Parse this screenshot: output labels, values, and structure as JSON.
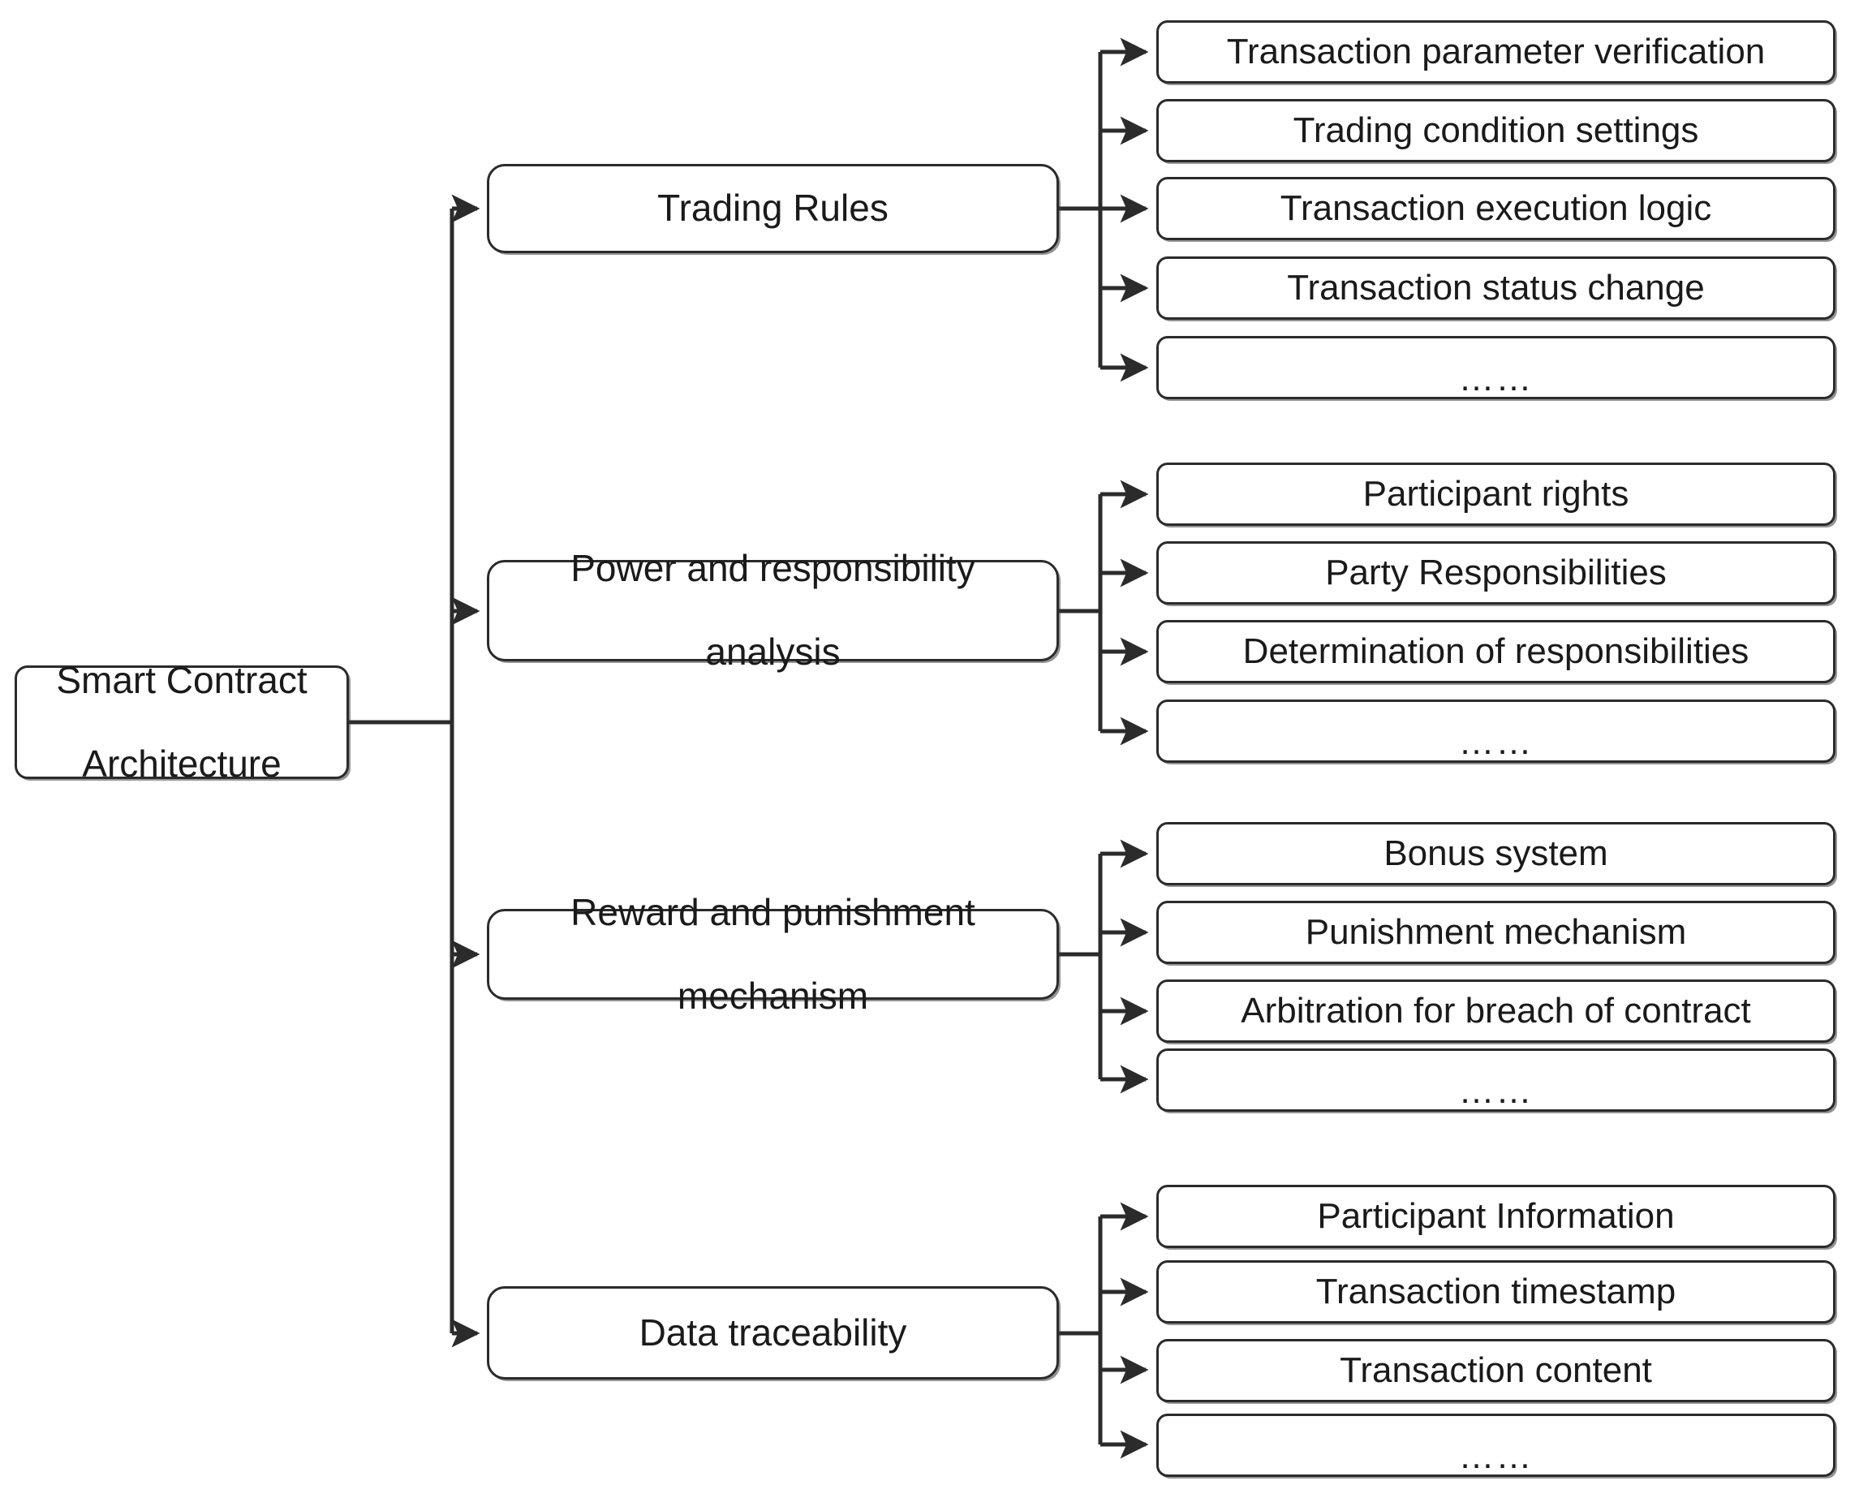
{
  "diagram": {
    "title": "Smart Contract Architecture",
    "root": {
      "label": "Smart Contract\nArchitecture",
      "line1": "Smart Contract",
      "line2": "Architecture"
    },
    "colors": {
      "background": "#ffffff",
      "box_border": "#2b2b2b",
      "box_fill": "#ffffff",
      "connector": "#2b2b2b",
      "text": "#1a1a1a"
    },
    "ellipsis_glyph": "……",
    "branches": [
      {
        "id": "trading-rules",
        "label": "Trading Rules",
        "line1": "Trading Rules",
        "line2": "",
        "leaves": [
          {
            "label": "Transaction parameter verification",
            "is_ellipsis": false
          },
          {
            "label": "Trading condition settings",
            "is_ellipsis": false
          },
          {
            "label": "Transaction execution logic",
            "is_ellipsis": false
          },
          {
            "label": "Transaction status change",
            "is_ellipsis": false
          },
          {
            "label": "……",
            "is_ellipsis": true
          }
        ]
      },
      {
        "id": "power-and-responsibility-analysis",
        "label": "Power and responsibility analysis",
        "line1": "Power and responsibility",
        "line2": "analysis",
        "leaves": [
          {
            "label": "Participant rights",
            "is_ellipsis": false
          },
          {
            "label": "Party Responsibilities",
            "is_ellipsis": false
          },
          {
            "label": "Determination of  responsibilities",
            "is_ellipsis": false
          },
          {
            "label": "……",
            "is_ellipsis": true
          }
        ]
      },
      {
        "id": "reward-and-punishment-mechanism",
        "label": "Reward and punishment mechanism",
        "line1": "Reward and punishment",
        "line2": "mechanism",
        "leaves": [
          {
            "label": "Bonus system",
            "is_ellipsis": false
          },
          {
            "label": "Punishment mechanism",
            "is_ellipsis": false
          },
          {
            "label": "Arbitration for breach of contract",
            "is_ellipsis": false
          },
          {
            "label": "……",
            "is_ellipsis": true
          }
        ]
      },
      {
        "id": "data-traceability",
        "label": "Data traceability",
        "line1": "Data traceability",
        "line2": "",
        "leaves": [
          {
            "label": "Participant Information",
            "is_ellipsis": false
          },
          {
            "label": "Transaction timestamp",
            "is_ellipsis": false
          },
          {
            "label": "Transaction content",
            "is_ellipsis": false
          },
          {
            "label": "……",
            "is_ellipsis": true
          }
        ]
      }
    ]
  }
}
